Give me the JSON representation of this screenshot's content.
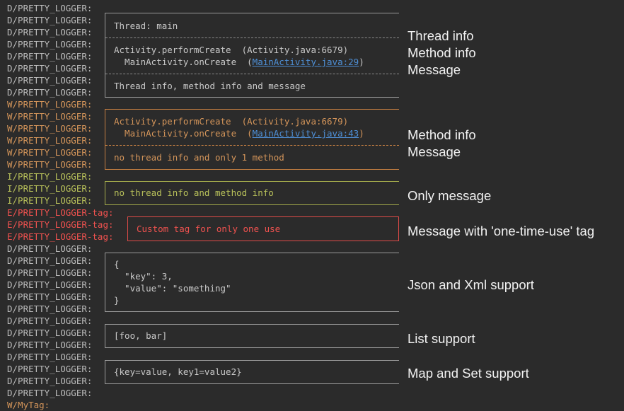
{
  "tags": [
    {
      "text": "D/PRETTY_LOGGER:",
      "level": "D"
    },
    {
      "text": "D/PRETTY_LOGGER:",
      "level": "D"
    },
    {
      "text": "D/PRETTY_LOGGER:",
      "level": "D"
    },
    {
      "text": "D/PRETTY_LOGGER:",
      "level": "D"
    },
    {
      "text": "D/PRETTY_LOGGER:",
      "level": "D"
    },
    {
      "text": "D/PRETTY_LOGGER:",
      "level": "D"
    },
    {
      "text": "D/PRETTY_LOGGER:",
      "level": "D"
    },
    {
      "text": "D/PRETTY_LOGGER:",
      "level": "D"
    },
    {
      "text": "W/PRETTY_LOGGER:",
      "level": "W"
    },
    {
      "text": "W/PRETTY_LOGGER:",
      "level": "W"
    },
    {
      "text": "W/PRETTY_LOGGER:",
      "level": "W"
    },
    {
      "text": "W/PRETTY_LOGGER:",
      "level": "W"
    },
    {
      "text": "W/PRETTY_LOGGER:",
      "level": "W"
    },
    {
      "text": "W/PRETTY_LOGGER:",
      "level": "W"
    },
    {
      "text": "I/PRETTY_LOGGER:",
      "level": "I"
    },
    {
      "text": "I/PRETTY_LOGGER:",
      "level": "I"
    },
    {
      "text": "I/PRETTY_LOGGER:",
      "level": "I"
    },
    {
      "text": "E/PRETTY_LOGGER-tag:",
      "level": "E"
    },
    {
      "text": "E/PRETTY_LOGGER-tag:",
      "level": "E"
    },
    {
      "text": "E/PRETTY_LOGGER-tag:",
      "level": "E"
    },
    {
      "text": "D/PRETTY_LOGGER:",
      "level": "D"
    },
    {
      "text": "D/PRETTY_LOGGER:",
      "level": "D"
    },
    {
      "text": "D/PRETTY_LOGGER:",
      "level": "D"
    },
    {
      "text": "D/PRETTY_LOGGER:",
      "level": "D"
    },
    {
      "text": "D/PRETTY_LOGGER:",
      "level": "D"
    },
    {
      "text": "D/PRETTY_LOGGER:",
      "level": "D"
    },
    {
      "text": "D/PRETTY_LOGGER:",
      "level": "D"
    },
    {
      "text": "D/PRETTY_LOGGER:",
      "level": "D"
    },
    {
      "text": "D/PRETTY_LOGGER:",
      "level": "D"
    },
    {
      "text": "D/PRETTY_LOGGER:",
      "level": "D"
    },
    {
      "text": "D/PRETTY_LOGGER:",
      "level": "D"
    },
    {
      "text": "D/PRETTY_LOGGER:",
      "level": "D"
    },
    {
      "text": "D/PRETTY_LOGGER:",
      "level": "D"
    },
    {
      "text": "W/MyTag:",
      "level": "W"
    }
  ],
  "box1": {
    "thread": "Thread: main",
    "method1": "Activity.performCreate  (Activity.java:6679)",
    "method2_prefix": "  MainActivity.onCreate  (",
    "method2_link": "MainActivity.java:29",
    "method2_suffix": ")",
    "message": "Thread info, method info and message"
  },
  "box2": {
    "method1": "Activity.performCreate  (Activity.java:6679)",
    "method2_prefix": "  MainActivity.onCreate  (",
    "method2_link": "MainActivity.java:43",
    "method2_suffix": ")",
    "message": "no thread info and only 1 method"
  },
  "box3": {
    "message": "no thread info and method info"
  },
  "box4": {
    "message": "Custom tag for only one use"
  },
  "box5": {
    "lines": [
      "{",
      "  \"key\": 3,",
      "  \"value\": \"something\"",
      "}"
    ]
  },
  "box6": {
    "message": "[foo, bar]"
  },
  "box7": {
    "message": "{key=value, key1=value2}"
  },
  "labels": {
    "thread_info": "Thread info",
    "method_info_1": "Method info",
    "message_1": "Message",
    "method_info_2": "Method info",
    "message_2": "Message",
    "only_message": "Only message",
    "one_time_tag": "Message with 'one-time-use' tag",
    "json_xml": "Json and Xml support",
    "list": "List support",
    "map_set": "Map and Set support"
  },
  "colors": {
    "background": "#2b2b2b",
    "debug": "#bbbbbb",
    "warn": "#d4955a",
    "info": "#b8c05a",
    "error": "#f0524f",
    "link": "#4e8fd6",
    "label": "#f2f2f2"
  }
}
